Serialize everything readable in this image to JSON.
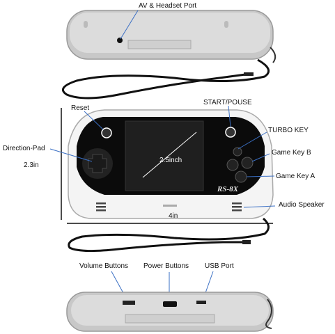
{
  "labels": {
    "av_port": "AV & Headset Port",
    "reset": "Reset",
    "start_pouse": "START/POUSE",
    "turbo_key": "TURBO KEY",
    "direction_pad": "Direction-Pad",
    "game_key_b": "Game Key B",
    "game_key_a": "Game Key A",
    "audio_speaker": "Audio Speaker",
    "screen_size": "2.5inch",
    "height": "2.3in",
    "width": "4in",
    "volume_buttons": "Volume Buttons",
    "power_buttons": "Power Buttons",
    "usb_port": "USB Port"
  },
  "brand": "RS-8X",
  "colors": {
    "body": "#d9d9d9",
    "front": "#f2f2f2",
    "dark": "#111111",
    "screen": "#1c1c1c"
  }
}
